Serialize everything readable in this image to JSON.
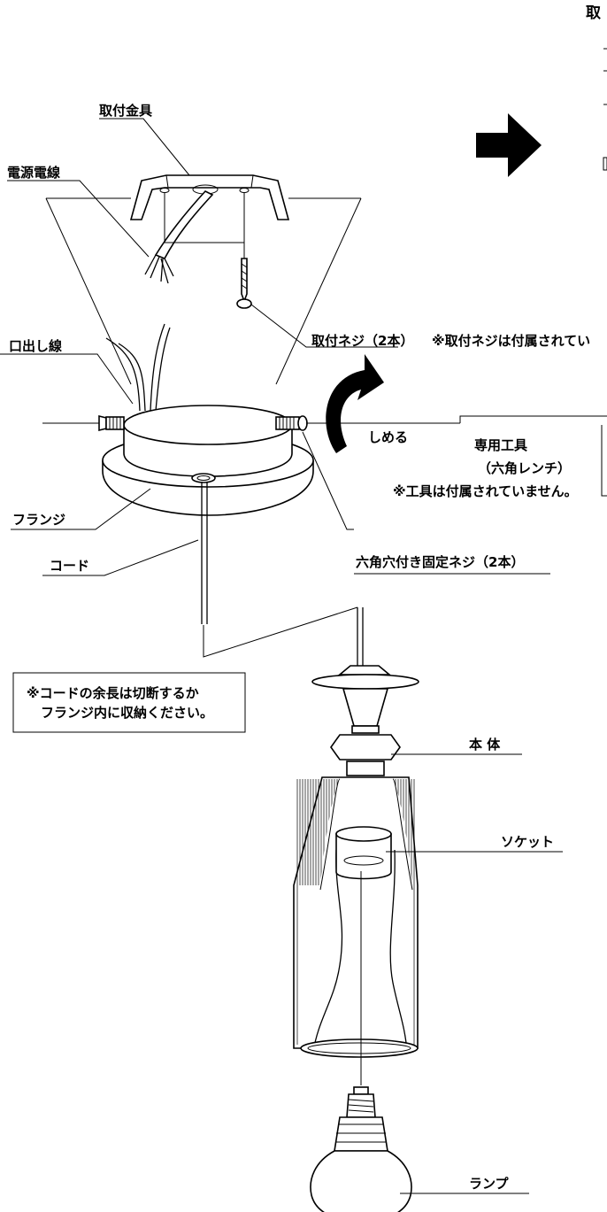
{
  "header": {
    "title_fragment": "取"
  },
  "labels": {
    "mount_bracket": "取付金具",
    "power_wire": "電源電線",
    "mount_screw": "取付ネジ（2本）",
    "mount_screw_note": "※取付ネジは付属されてい",
    "lead_wire": "口出し線",
    "tighten": "しめる",
    "tool_name": "専用工具",
    "tool_type": "（六角レンチ）",
    "tool_note": "※工具は付属されていません。",
    "flange": "フランジ",
    "cord": "コード",
    "set_screw": "六角穴付き固定ネジ（2本）",
    "cord_note_line1": "※コードの余長は切断するか",
    "cord_note_line2": "フランジ内に収納ください。",
    "body": "本 体",
    "socket": "ソケット",
    "lamp": "ランプ"
  },
  "icons": {
    "next_step": "arrow-right-icon",
    "tighten_direction": "curved-arrow-icon"
  },
  "colors": {
    "ink": "#000000",
    "paper": "#ffffff"
  }
}
